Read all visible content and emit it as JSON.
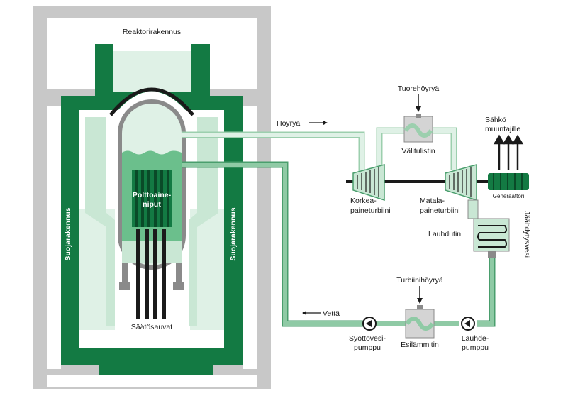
{
  "labels": {
    "reactor_building": "Reaktorirakennus",
    "containment_left": "Suojarakennus",
    "containment_right": "Suojarakennus",
    "fuel_bundles_line1": "Polttoaine-",
    "fuel_bundles_line2": "niput",
    "control_rods": "Säätösauvat",
    "steam": "Höyryä",
    "live_steam": "Tuorehöyryä",
    "reheater": "Välitulistin",
    "hp_turbine_line1": "Korkea-",
    "hp_turbine_line2": "paineturbiini",
    "lp_turbine_line1": "Matala-",
    "lp_turbine_line2": "paineturbiini",
    "electricity_line1": "Sähkö",
    "electricity_line2": "muuntajille",
    "generator": "Generaattori",
    "condenser": "Lauhdutin",
    "cooling_water": "Jäähdytysvesi",
    "turbine_steam": "Turbiinihöyryä",
    "water": "Vettä",
    "feedwater_pump_line1": "Syöttövesi-",
    "feedwater_pump_line2": "pumppu",
    "preheater": "Esilämmitin",
    "condensate_pump_line1": "Lauhde-",
    "condensate_pump_line2": "pumppu"
  },
  "colors": {
    "dark_green": "#137a43",
    "mid_green": "#6bbf8c",
    "light_green": "#c9e7d4",
    "pale_green": "#dff1e6",
    "gray_building": "#c8c8c8",
    "gray_dark": "#8a8a8a",
    "pipe_steam": "#cfe8d6",
    "pipe_water": "#6bb58a",
    "shaft": "#1a1a1a"
  }
}
